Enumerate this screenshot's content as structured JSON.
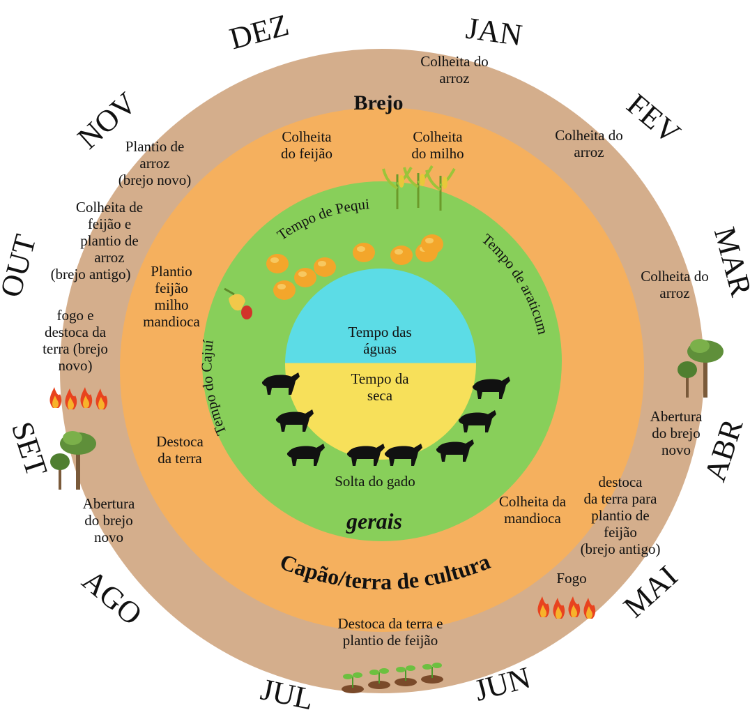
{
  "colors": {
    "outer_ring": "#d4ae8c",
    "middle_ring": "#f5b05e",
    "inner_ring": "#88cf5a",
    "water": "#5cdce6",
    "dry": "#f7e05a"
  },
  "months": {
    "jan": "JAN",
    "fev": "FEV",
    "mar": "MAR",
    "abr": "ABR",
    "mai": "MAI",
    "jun": "JUN",
    "jul": "JUL",
    "ago": "AGO",
    "set": "SET",
    "out": "OUT",
    "nov": "NOV",
    "dez": "DEZ"
  },
  "zones": {
    "brejo": "Brejo",
    "capao": "Capão/terra de cultura",
    "gerais": "gerais"
  },
  "outer": {
    "jan": [
      "Colheita do",
      "arroz"
    ],
    "fev": [
      "Colheita do",
      "arroz"
    ],
    "mar": [
      "Colheita do",
      "arroz"
    ],
    "abr": [
      "Abertura",
      "do brejo",
      "novo"
    ],
    "mai_destoca": [
      "destoca",
      "da terra para",
      "plantio de",
      "feijão",
      "(brejo antigo)"
    ],
    "mai_fogo": "Fogo",
    "jun": [
      "Destoca da terra e",
      "plantio de feijão"
    ],
    "ago": [
      "Abertura",
      "do brejo",
      "novo"
    ],
    "out_fogo": [
      "fogo e",
      "destoca da",
      "terra (brejo",
      "novo)"
    ],
    "out_colheita": [
      "Colheita de",
      "feijão e",
      "plantio de",
      "arroz",
      "(brejo antigo)"
    ],
    "nov": [
      "Plantio de",
      "arroz",
      "(brejo novo)"
    ]
  },
  "middle": {
    "feijao": [
      "Colheita",
      "do feijão"
    ],
    "milho": [
      "Colheita",
      "do milho"
    ],
    "plantio": [
      "Plantio",
      "feijão",
      "milho",
      "mandioca"
    ],
    "destoca": [
      "Destoca",
      "da terra"
    ],
    "mandioca": [
      "Colheita da",
      "mandioca"
    ]
  },
  "inner": {
    "pequi": "Tempo de Pequi",
    "araticum": "Tempo de araticum",
    "cajui": "Tempo do Cajuí",
    "solta": "Solta do gado"
  },
  "center": {
    "aguas": [
      "Tempo das",
      "águas"
    ],
    "seca": [
      "Tempo da",
      "seca"
    ]
  },
  "icons": [
    "fire-icon",
    "palm-tree-icon",
    "corn-icon",
    "pequi-fruit-icon",
    "cashew-icon",
    "bull-icon",
    "seedling-icon"
  ]
}
